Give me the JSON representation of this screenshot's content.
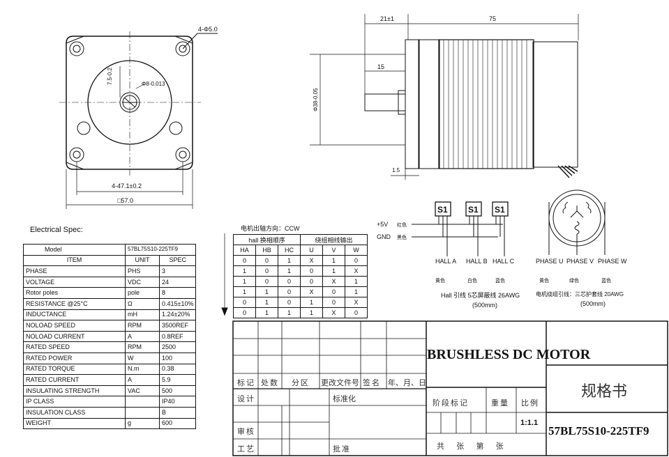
{
  "front_view": {
    "hole_label": "4-Φ5.0",
    "shaft_label": "Φ8-0.013",
    "offset_label": "7.5-0.2",
    "pitch_label": "4-47.1±0.2",
    "square_label": "□57.0"
  },
  "side_view": {
    "dim_21": "21±1",
    "dim_75": "75",
    "dim_15": "15",
    "dim_38": "Φ38-0.05",
    "dim_1_5": "1.5"
  },
  "electrical": {
    "title": "Electrical Spec:",
    "model_label": "Model",
    "model_value": "57BL75S10-225TF9",
    "header": [
      "ITEM",
      "UNIT",
      "SPEC"
    ],
    "rows": [
      [
        "PHASE",
        "PHS",
        "3"
      ],
      [
        "VOLTAGE",
        "VDC",
        "24"
      ],
      [
        "Rotor poles",
        "pole",
        "8"
      ],
      [
        "RESISTANCE @25°C",
        "Ω",
        "0.415±10%"
      ],
      [
        "INDUCTANCE",
        "mH",
        "1.24±20%"
      ],
      [
        "NOLOAD SPEED",
        "RPM",
        "3500REF"
      ],
      [
        "NOLOAD CURRENT",
        "A",
        "0.8REF"
      ],
      [
        "RATED SPEED",
        "RPM",
        "2500"
      ],
      [
        "RATED POWER",
        "W",
        "100"
      ],
      [
        "RATED TORQUE",
        "N.m",
        "0.38"
      ],
      [
        "RATED CURRENT",
        "A",
        "5.9"
      ],
      [
        "INSULATING STRENGTH",
        "VAC",
        "500"
      ],
      [
        "IP CLASS",
        "",
        "IP40"
      ],
      [
        "INSULATION CLASS",
        "",
        "B"
      ],
      [
        "WEIGHT",
        "g",
        "600"
      ]
    ]
  },
  "hall_table": {
    "title": "电机出轴方向：CCW",
    "group_hall": "hall 换相顺序",
    "group_phase": "绕组相线输出",
    "header": [
      "HA",
      "HB",
      "HC",
      "U",
      "V",
      "W"
    ],
    "rows": [
      [
        "0",
        "0",
        "1",
        "X",
        "1",
        "0"
      ],
      [
        "1",
        "0",
        "1",
        "0",
        "1",
        "X"
      ],
      [
        "1",
        "0",
        "0",
        "0",
        "X",
        "1"
      ],
      [
        "1",
        "1",
        "0",
        "X",
        "0",
        "1"
      ],
      [
        "0",
        "1",
        "0",
        "1",
        "0",
        "X"
      ],
      [
        "0",
        "1",
        "1",
        "1",
        "X",
        "0"
      ]
    ]
  },
  "wiring": {
    "sensors": [
      "S1",
      "S1",
      "S1"
    ],
    "plus5v": "+5V",
    "plus5v_color": "红色",
    "gnd": "GND",
    "gnd_color": "黑色",
    "hall_labels": [
      "HALL A",
      "HALL B",
      "HALL C"
    ],
    "hall_colors": [
      "黄色",
      "白色",
      "蓝色"
    ],
    "hall_wire_note": "Hall 引线 5芯屏蔽线 26AWG",
    "hall_wire_len": "(500mm)",
    "phase_labels": [
      "PHASE U",
      "PHASE V",
      "PHASE W"
    ],
    "phase_colors": [
      "黄色",
      "绿色",
      "蓝色"
    ],
    "phase_wire_note": "电机绕组引线：三芯护套线 20AWG",
    "phase_wire_len": "(500mm)"
  },
  "title_block": {
    "product": "BRUSHLESS DC MOTOR",
    "doc_type": "规格书",
    "model": "57BL75S10-225TF9",
    "scale": "1:1.1",
    "row_labels": [
      "标记",
      "处数",
      "分区",
      "更改文件号",
      "签名",
      "年、月、日"
    ],
    "design": "设计",
    "standard": "标准化",
    "check": "审核",
    "process": "工艺",
    "approve": "批准",
    "stage": "阶段标记",
    "weight": "重量",
    "ratio": "比例",
    "sheets": "共    张    第    张"
  }
}
